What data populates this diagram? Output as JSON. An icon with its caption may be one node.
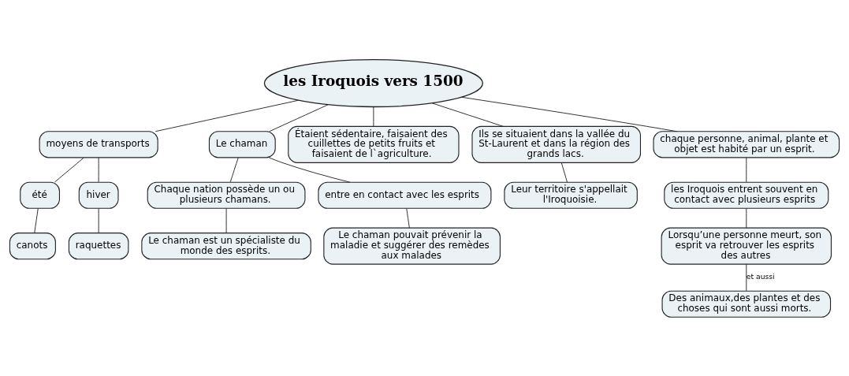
{
  "diagram": {
    "nodes": [
      {
        "text": [
          "les Iroquois vers 1500"
        ]
      },
      {
        "text": [
          "chaque personne, animal, plante et objet est habité par un esprit."
        ]
      },
      {
        "text": [
          "les Iroquois entrent souvent en contact avec plusieurs esprits"
        ]
      },
      {
        "text": [
          "Lorsqu’une personne meurt, son esprit va retrouver les esprits des autres"
        ]
      },
      {
        "text": [
          "Des animaux,des plantes et des choses qui sont aussi morts."
        ]
      },
      {
        "text": [
          "moyens de transports"
        ]
      },
      {
        "text": [
          "été"
        ]
      },
      {
        "text": [
          "hiver"
        ]
      },
      {
        "text": [
          "canots"
        ]
      },
      {
        "text": [
          "raquettes"
        ]
      },
      {
        "text": [
          "Ils se situaient dans la vallée du St-Laurent et dans la région des grands lacs."
        ]
      },
      {
        "text": [
          "Leur territoire s'appellait l'Iroquoisie."
        ]
      },
      {
        "text": [
          "Étaient sédentaire, faisaient des cuillettes de petits fruits et faisaient de l`agriculture."
        ]
      },
      {
        "text": [
          "Le chaman"
        ]
      },
      {
        "text": [
          "Chaque nation possède un ou plusieurs chamans."
        ]
      },
      {
        "text": [
          "Le chaman est un spécialiste du monde des esprits."
        ]
      },
      {
        "text": [
          "entre en contact avec les esprits"
        ]
      },
      {
        "text": [
          "Le chaman pouvait prévenir la maladie et suggérer des remèdes aux malades"
        ]
      }
    ],
    "edges": [
      {
        "from": 0,
        "to": 1,
        "arrow": "none"
      },
      {
        "from": 1,
        "to": 2,
        "arrow": "none"
      },
      {
        "from": 2,
        "to": 3,
        "arrow": "none"
      },
      {
        "from": 3,
        "to": 4,
        "arrow": "none",
        "label": "et aussi"
      },
      {
        "from": 0,
        "to": 5,
        "arrow": "none"
      },
      {
        "from": 5,
        "to": 6,
        "arrow": "none"
      },
      {
        "from": 5,
        "to": 7,
        "arrow": "none"
      },
      {
        "from": 6,
        "to": 8,
        "arrow": "none"
      },
      {
        "from": 7,
        "to": 9,
        "arrow": "none"
      },
      {
        "from": 0,
        "to": 10,
        "arrow": "none"
      },
      {
        "from": 10,
        "to": 11,
        "arrow": "none"
      },
      {
        "from": 0,
        "to": 12,
        "arrow": "none"
      },
      {
        "from": 0,
        "to": 13,
        "arrow": "none"
      },
      {
        "from": 13,
        "to": 14,
        "arrow": "none"
      },
      {
        "from": 14,
        "to": 15,
        "arrow": "none"
      },
      {
        "from": 13,
        "to": 16,
        "arrow": "none"
      },
      {
        "from": 16,
        "to": 17,
        "arrow": "none"
      }
    ]
  }
}
